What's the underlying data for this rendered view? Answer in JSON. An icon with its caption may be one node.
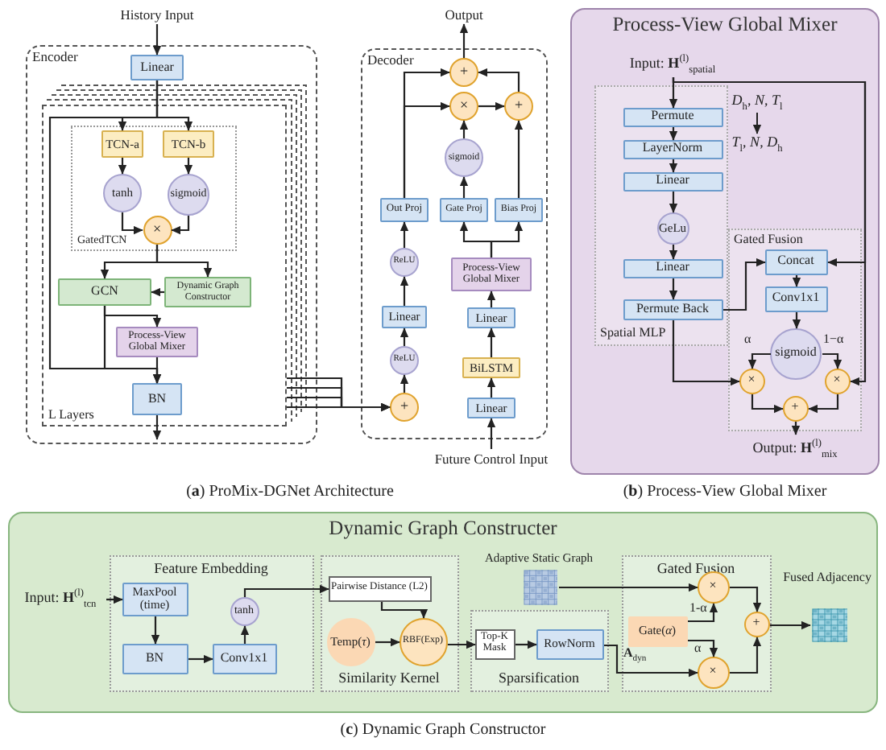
{
  "diagram": {
    "nodes": [
      {
        "text": [
          "History Input"
        ]
      },
      {
        "text": [
          "Encoder"
        ]
      },
      {
        "text": [
          "Linear"
        ],
        "in": 1
      },
      {
        "text": [
          "L Layers"
        ],
        "in": 1
      },
      {
        "text": [
          "GatedTCN"
        ],
        "in": 3
      },
      {
        "text": [
          "TCN-a"
        ],
        "in": 4
      },
      {
        "text": [
          "TCN-b"
        ],
        "in": 4
      },
      {
        "text": [
          "tanh"
        ],
        "in": 4
      },
      {
        "text": [
          "sigmoid"
        ],
        "in": 4
      },
      {
        "text": [
          "×"
        ],
        "in": 4
      },
      {
        "text": [
          "GCN"
        ],
        "in": 3
      },
      {
        "text": [
          "Dynamic Graph Constructor"
        ],
        "in": 3
      },
      {
        "text": [
          "Process-View Global Mixer"
        ],
        "in": 3
      },
      {
        "text": [
          "BN"
        ],
        "in": 3
      },
      {
        "text": [
          "Output"
        ]
      },
      {
        "text": [
          "Decoder"
        ]
      },
      {
        "text": [
          "+"
        ],
        "in": 15
      },
      {
        "text": [
          "×"
        ],
        "in": 15
      },
      {
        "text": [
          "+"
        ],
        "in": 15
      },
      {
        "text": [
          "sigmoid"
        ],
        "in": 15
      },
      {
        "text": [
          "Out Proj"
        ],
        "in": 15
      },
      {
        "text": [
          "Gate Proj"
        ],
        "in": 15
      },
      {
        "text": [
          "Bias Proj"
        ],
        "in": 15
      },
      {
        "text": [
          "ReLU"
        ],
        "in": 15
      },
      {
        "text": [
          "Linear"
        ],
        "in": 15
      },
      {
        "text": [
          "ReLU"
        ],
        "in": 15
      },
      {
        "text": [
          "+"
        ],
        "in": 15
      },
      {
        "text": [
          "Process-View Global Mixer"
        ],
        "in": 15
      },
      {
        "text": [
          "Linear"
        ],
        "in": 15
      },
      {
        "text": [
          "BiLSTM"
        ],
        "in": 15
      },
      {
        "text": [
          "Linear"
        ],
        "in": 15
      },
      {
        "text": [
          "Future Control Input"
        ]
      },
      {
        "text": [
          "Process-View Global Mixer"
        ]
      },
      {
        "text": [
          "Input: **H**$^{(l)}$$_{spatial}$"
        ],
        "in": 32
      },
      {
        "text": [
          "Spatial MLP"
        ],
        "in": 32
      },
      {
        "text": [
          "Permute"
        ],
        "in": 34
      },
      {
        "text": [
          "LayerNorm"
        ],
        "in": 34
      },
      {
        "text": [
          "Linear"
        ],
        "in": 34
      },
      {
        "text": [
          "GeLu"
        ],
        "in": 34
      },
      {
        "text": [
          "Linear"
        ],
        "in": 34
      },
      {
        "text": [
          "Permute Back"
        ],
        "in": 34
      },
      {
        "text": [
          "Gated Fusion"
        ],
        "in": 32
      },
      {
        "text": [
          "Concat"
        ],
        "in": 41
      },
      {
        "text": [
          "Conv1x1"
        ],
        "in": 41
      },
      {
        "text": [
          "sigmoid"
        ],
        "in": 41
      },
      {
        "text": [
          "×"
        ],
        "in": 41
      },
      {
        "text": [
          "×"
        ],
        "in": 41
      },
      {
        "text": [
          "+"
        ],
        "in": 41
      },
      {
        "text": [
          "Output: **H**$^{(l)}$$_{mix}$"
        ],
        "in": 32
      },
      {
        "text": [
          "Dynamic Graph Constructer"
        ]
      },
      {
        "text": [
          "Input: **H**$^{(l)}$$_{tcn}$"
        ],
        "in": 49
      },
      {
        "text": [
          "Feature Embedding"
        ],
        "in": 49
      },
      {
        "text": [
          "MaxPool (time)"
        ],
        "in": 51
      },
      {
        "text": [
          "BN"
        ],
        "in": 51
      },
      {
        "text": [
          "Conv1x1"
        ],
        "in": 51
      },
      {
        "text": [
          "tanh"
        ],
        "in": 51
      },
      {
        "text": [
          "Similarity Kernel"
        ],
        "in": 49
      },
      {
        "text": [
          "Pairwise Distance (L2)"
        ],
        "in": 56
      },
      {
        "text": [
          "Temp(*τ*)"
        ],
        "in": 56
      },
      {
        "text": [
          "RBF(Exp)"
        ],
        "in": 56
      },
      {
        "text": [],
        "shape": "picture",
        "beside": [
          "Adaptive Static Graph"
        ],
        "in": 49
      },
      {
        "text": [
          "Sparsification"
        ],
        "in": 49
      },
      {
        "text": [
          "Top-K Mask"
        ],
        "in": 61
      },
      {
        "text": [
          "RowNorm"
        ],
        "in": 61
      },
      {
        "text": [
          "Gated Fusion"
        ],
        "in": 49
      },
      {
        "text": [
          "Gate(*α*)"
        ],
        "in": 64
      },
      {
        "text": [
          "×"
        ],
        "in": 64
      },
      {
        "text": [
          "×"
        ],
        "in": 64
      },
      {
        "text": [
          "+"
        ],
        "in": 64
      },
      {
        "text": [],
        "shape": "picture",
        "beside": [
          "Fused Adjacency"
        ],
        "in": 49
      }
    ],
    "edges": [
      {
        "from": 0,
        "to": 2,
        "arrow": "to"
      },
      {
        "from": 2,
        "to": 5,
        "arrow": "to"
      },
      {
        "from": 2,
        "to": 6,
        "arrow": "to"
      },
      {
        "from": 2,
        "to": 13,
        "arrow": "to"
      },
      {
        "from": 5,
        "to": 7,
        "arrow": "to"
      },
      {
        "from": 6,
        "to": 8,
        "arrow": "to"
      },
      {
        "from": 7,
        "to": 9,
        "arrow": "to"
      },
      {
        "from": 8,
        "to": 9,
        "arrow": "to"
      },
      {
        "from": 9,
        "to": 10,
        "arrow": "to"
      },
      {
        "from": 9,
        "to": 11,
        "arrow": "to"
      },
      {
        "from": 11,
        "to": 10,
        "arrow": "to"
      },
      {
        "from": 10,
        "to": 12,
        "arrow": "to"
      },
      {
        "from": 10,
        "to": 13,
        "arrow": "to"
      },
      {
        "from": 12,
        "to": 13,
        "arrow": "to"
      },
      {
        "from": 13,
        "to": null,
        "arrow": "to"
      },
      {
        "from": 3,
        "to": 26,
        "arrow": "to"
      },
      {
        "from": 3,
        "to": 26,
        "arrow": "to"
      },
      {
        "from": 3,
        "to": 26,
        "arrow": "to"
      },
      {
        "from": 3,
        "to": 26,
        "arrow": "to"
      },
      {
        "from": 26,
        "to": 25,
        "arrow": "to"
      },
      {
        "from": 25,
        "to": 24,
        "arrow": "to"
      },
      {
        "from": 24,
        "to": 23,
        "arrow": "to"
      },
      {
        "from": 23,
        "to": 20,
        "arrow": "to"
      },
      {
        "from": 20,
        "to": 16,
        "arrow": "to"
      },
      {
        "from": 20,
        "to": 17,
        "arrow": "to"
      },
      {
        "from": 31,
        "to": 30,
        "arrow": "to"
      },
      {
        "from": 30,
        "to": 29,
        "arrow": "to"
      },
      {
        "from": 29,
        "to": 28,
        "arrow": "to"
      },
      {
        "from": 28,
        "to": 27,
        "arrow": "to"
      },
      {
        "from": 27,
        "to": 21,
        "arrow": "to"
      },
      {
        "from": 27,
        "to": 22,
        "arrow": "to"
      },
      {
        "from": 21,
        "to": 19,
        "arrow": "to"
      },
      {
        "from": 19,
        "to": 17,
        "arrow": "to"
      },
      {
        "from": 22,
        "to": 18,
        "arrow": "to"
      },
      {
        "from": 17,
        "to": 18,
        "arrow": "to"
      },
      {
        "from": 18,
        "to": 16,
        "arrow": "to"
      },
      {
        "from": 16,
        "to": 14,
        "arrow": "to"
      },
      {
        "from": 33,
        "to": 35,
        "arrow": "to"
      },
      {
        "from": 35,
        "to": 36,
        "arrow": "to"
      },
      {
        "from": 36,
        "to": 37,
        "arrow": "to"
      },
      {
        "from": 37,
        "to": 38,
        "arrow": "to"
      },
      {
        "from": 38,
        "to": 39,
        "arrow": "to"
      },
      {
        "from": 39,
        "to": 40,
        "arrow": "to"
      },
      {
        "from": 40,
        "to": 42,
        "arrow": "to"
      },
      {
        "from": 33,
        "to": 42,
        "arrow": "to"
      },
      {
        "from": 33,
        "to": 46,
        "arrow": "to"
      },
      {
        "from": 40,
        "to": 45,
        "arrow": "to"
      },
      {
        "from": 42,
        "to": 43,
        "arrow": "to"
      },
      {
        "from": 43,
        "to": 44,
        "arrow": "to"
      },
      {
        "from": 44,
        "to": 45,
        "arrow": "to",
        "label": "α"
      },
      {
        "from": 44,
        "to": 46,
        "arrow": "to",
        "label": "1−α"
      },
      {
        "from": 45,
        "to": 47,
        "arrow": "to"
      },
      {
        "from": 46,
        "to": 47,
        "arrow": "to"
      },
      {
        "from": 47,
        "to": 48,
        "arrow": "to"
      },
      {
        "from": 50,
        "to": 52,
        "arrow": "to"
      },
      {
        "from": 52,
        "to": 53,
        "arrow": "to"
      },
      {
        "from": 53,
        "to": 54,
        "arrow": "to"
      },
      {
        "from": 54,
        "to": 55,
        "arrow": "to"
      },
      {
        "from": 55,
        "to": 57,
        "arrow": "to"
      },
      {
        "from": 57,
        "to": 59,
        "arrow": "to"
      },
      {
        "from": 58,
        "to": 59,
        "arrow": "to"
      },
      {
        "from": 59,
        "to": 62,
        "arrow": "to"
      },
      {
        "from": 62,
        "to": 63,
        "arrow": "to"
      },
      {
        "from": 63,
        "to": 67,
        "arrow": "to",
        "label": "**A**$_{dyn}$"
      },
      {
        "from": 60,
        "to": 66,
        "arrow": "to"
      },
      {
        "from": 65,
        "to": 66,
        "arrow": "to",
        "label": "1-α"
      },
      {
        "from": 65,
        "to": 67,
        "arrow": "to",
        "label": "α"
      },
      {
        "from": 66,
        "to": 68,
        "arrow": "to"
      },
      {
        "from": 67,
        "to": 68,
        "arrow": "to"
      },
      {
        "from": 68,
        "to": 69,
        "arrow": "to"
      }
    ],
    "labels": [
      "*D*$_{h}$, *N*, *T*$_{l}$",
      "*T*$_{l}$, *N*, *D*$_{h}$",
      "(**a**) ProMix-DGNet Architecture",
      "(**b**) Process-View Global Mixer",
      "(**c**) Dynamic Graph Constructor"
    ]
  }
}
